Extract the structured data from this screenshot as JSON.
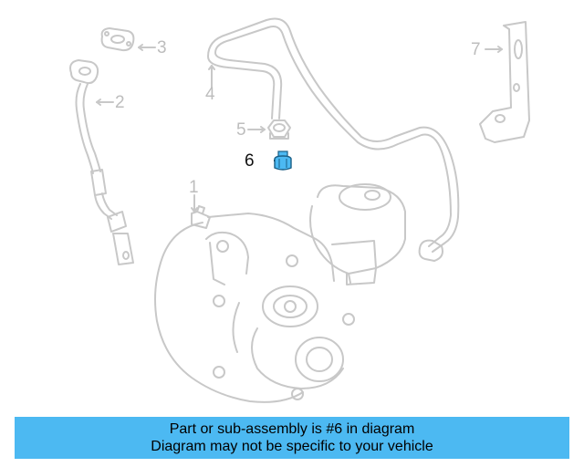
{
  "callouts": {
    "c1": "1",
    "c2": "2",
    "c3": "3",
    "c4": "4",
    "c5": "5",
    "c6": "6",
    "c7": "7"
  },
  "highlighted_part": "6",
  "colors": {
    "outline": "#c8c8c8",
    "label_inactive": "#bdbdbd",
    "label_active": "#111111",
    "highlight_part": "#4cb9f2",
    "banner_bg": "#4cb9f2"
  },
  "banner": {
    "line1": "Part or sub-assembly is #6 in diagram",
    "line2": "Diagram may not be specific to your vehicle"
  }
}
